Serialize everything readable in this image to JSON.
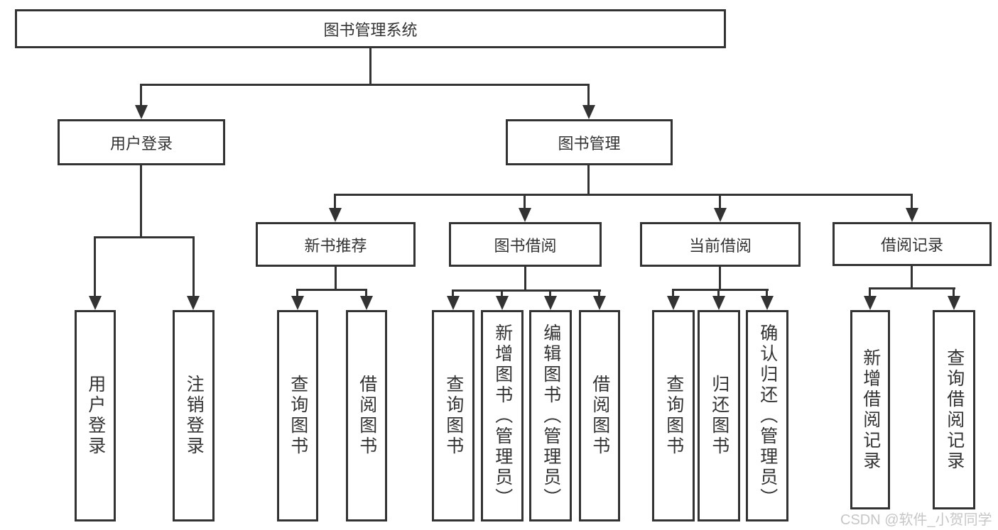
{
  "tree": {
    "label": "图书管理系统",
    "children": [
      {
        "label": "用户登录",
        "children": [
          {
            "label": "用户登录"
          },
          {
            "label": "注销登录"
          }
        ]
      },
      {
        "label": "图书管理",
        "children": [
          {
            "label": "新书推荐",
            "children": [
              {
                "label": "查询图书"
              },
              {
                "label": "借阅图书"
              }
            ]
          },
          {
            "label": "图书借阅",
            "children": [
              {
                "label": "查询图书"
              },
              {
                "label": "新增图书（管理员）"
              },
              {
                "label": "编辑图书（管理员）"
              },
              {
                "label": "借阅图书"
              }
            ]
          },
          {
            "label": "当前借阅",
            "children": [
              {
                "label": "查询图书"
              },
              {
                "label": "归还图书"
              },
              {
                "label": "确认归还（管理员）"
              }
            ]
          },
          {
            "label": "借阅记录",
            "children": [
              {
                "label": "新增借阅记录"
              },
              {
                "label": "查询借阅记录"
              }
            ]
          }
        ]
      }
    ]
  },
  "watermark": {
    "text": "CSDN @软件_小贺同学"
  },
  "colors": {
    "line": "#333333",
    "text": "#333333",
    "watermark": "#c6c6c6",
    "background": "#ffffff"
  }
}
